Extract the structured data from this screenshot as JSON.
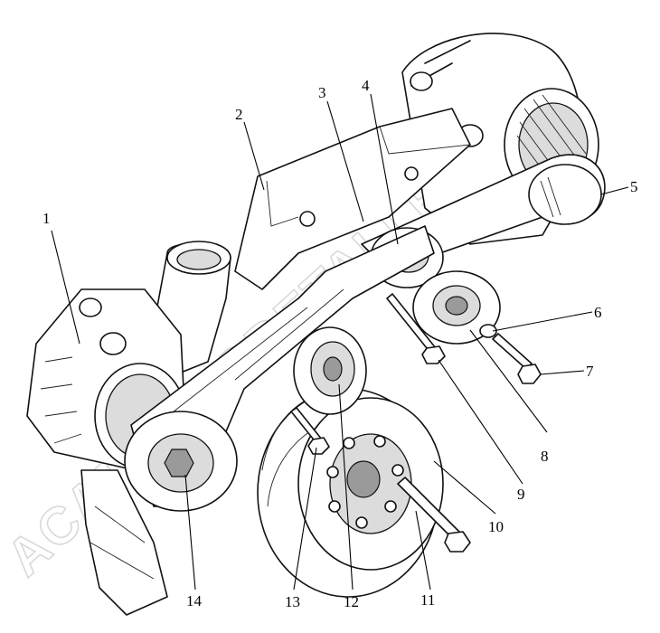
{
  "watermark": "ACAT-AUTODETALI.RU",
  "callouts": [
    "1",
    "2",
    "3",
    "4",
    "5",
    "6",
    "7",
    "8",
    "9",
    "10",
    "11",
    "12",
    "13",
    "14"
  ]
}
